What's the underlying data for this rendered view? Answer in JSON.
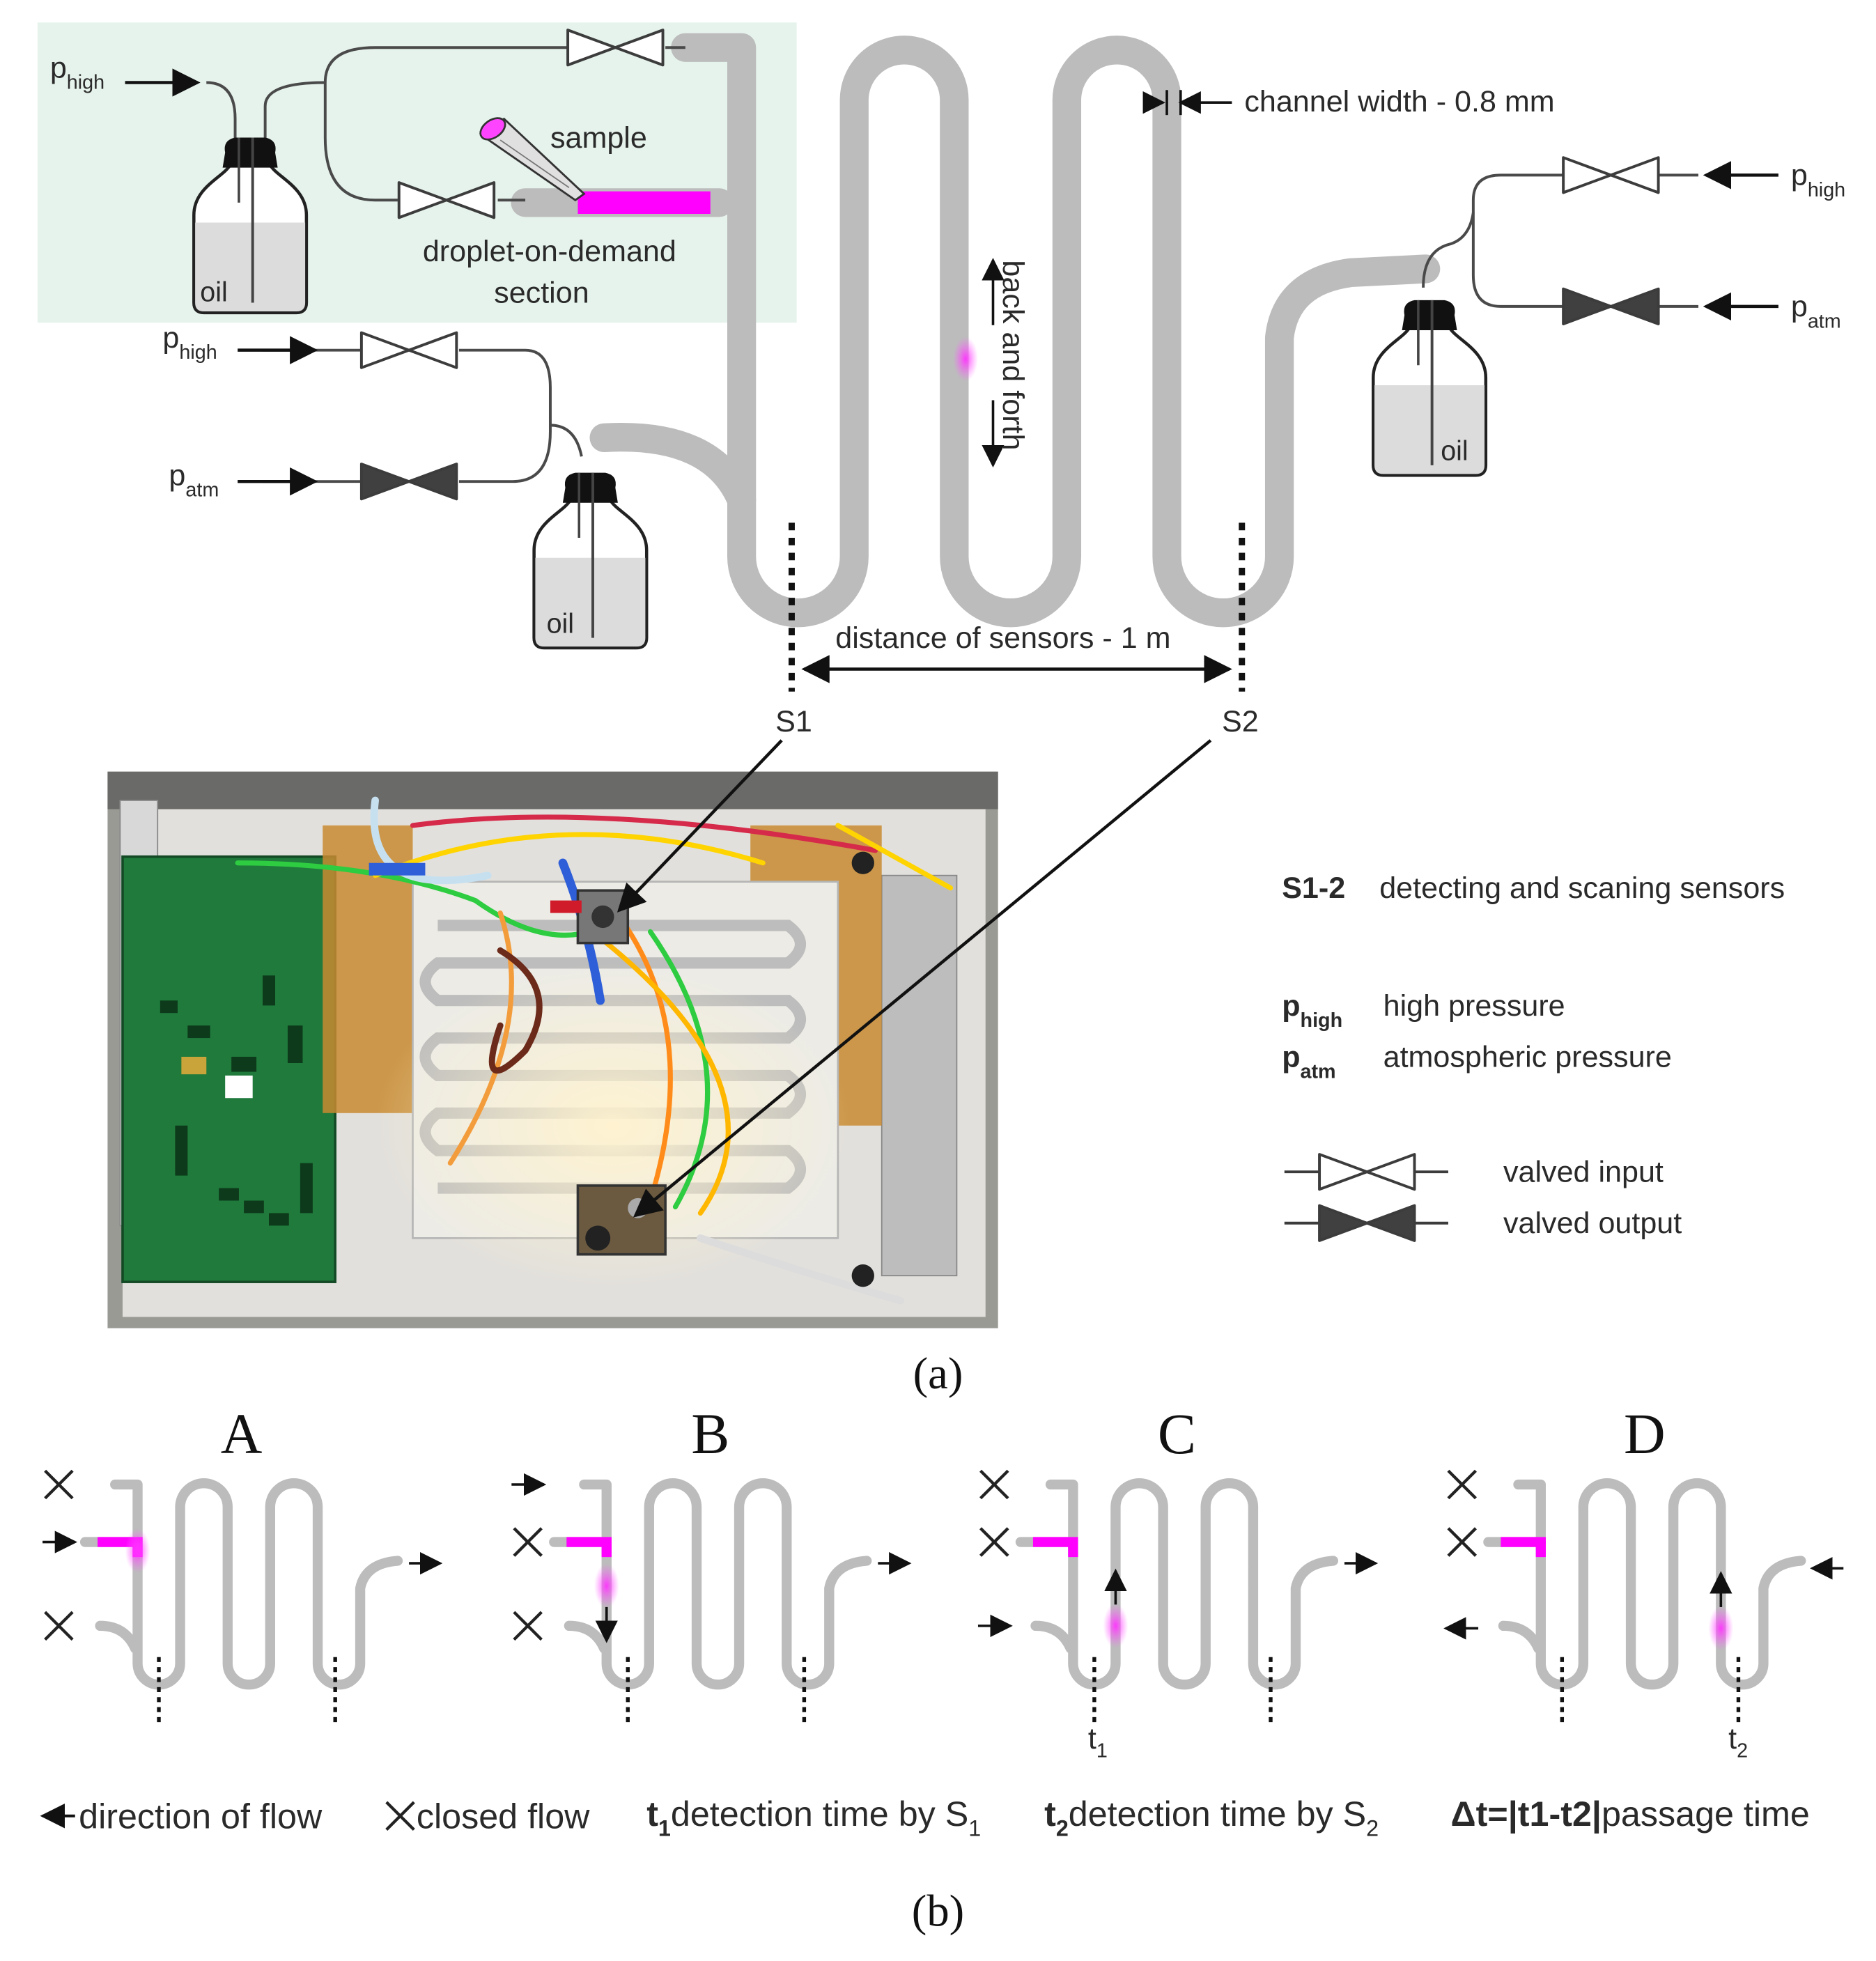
{
  "panel_a": {
    "caption": "(a)",
    "droplet_section": {
      "sample": "sample",
      "line1": "droplet-on-demand",
      "line2": "section"
    },
    "channel_width": "channel width - 0.8 mm",
    "back_and_forth": "back and forth",
    "distance": "distance of sensors - 1 m",
    "sensor_1": "S1",
    "sensor_2": "S2",
    "oil": "oil",
    "pressure": {
      "p": "p",
      "high": "high",
      "atm": "atm"
    },
    "legend": {
      "sensors_key": "S1-2",
      "sensors_desc": "detecting and scaning sensors",
      "high_desc": "high pressure",
      "atm_desc": "atmospheric pressure",
      "valved_input": "valved input",
      "valved_output": "valved output"
    }
  },
  "panel_b": {
    "caption": "(b)",
    "steps": [
      "A",
      "B",
      "C",
      "D"
    ],
    "t1": {
      "t": "t",
      "sub": "1"
    },
    "t2": {
      "t": "t",
      "sub": "2"
    },
    "legend": {
      "flow_desc": "direction of flow",
      "closed_desc": "closed flow",
      "t1_key": "t",
      "t1_sub": "1",
      "t1_desc": "detection time by S",
      "t1_desc_sub": "1",
      "t2_key": "t",
      "t2_sub": "2",
      "t2_desc": "detection time by S",
      "t2_desc_sub": "2",
      "dt_key": "Δt=|t1-t2|",
      "dt_desc": "passage time"
    }
  },
  "colors": {
    "channel": "#bcbcbc",
    "sample": "#ff00ff",
    "highlight": "#e6f3ec",
    "valve": "#3c3c3c",
    "pcb": "#1f7a3c",
    "oil": "#dcdcdc"
  }
}
